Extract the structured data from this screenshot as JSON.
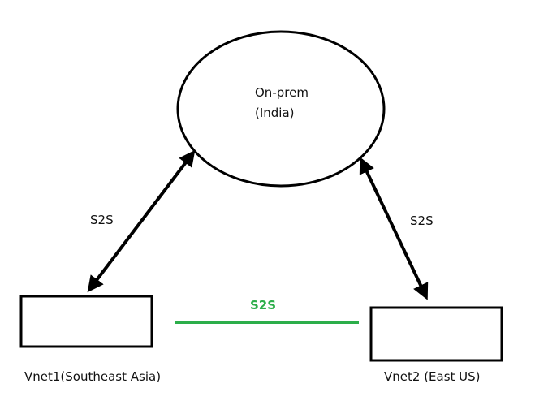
{
  "nodes": {
    "onprem": {
      "line1": "On-prem",
      "line2": "(India)"
    },
    "vnet1": {
      "label": "Vnet1(Southeast Asia)"
    },
    "vnet2": {
      "label": "Vnet2 (East US)"
    }
  },
  "connections": {
    "onprem_vnet1": {
      "label": "S2S"
    },
    "onprem_vnet2": {
      "label": "S2S"
    },
    "vnet1_vnet2": {
      "label": "S2S"
    }
  },
  "colors": {
    "stroke": "#000000",
    "text": "#111111",
    "vnet_link": "#2cae4a"
  }
}
